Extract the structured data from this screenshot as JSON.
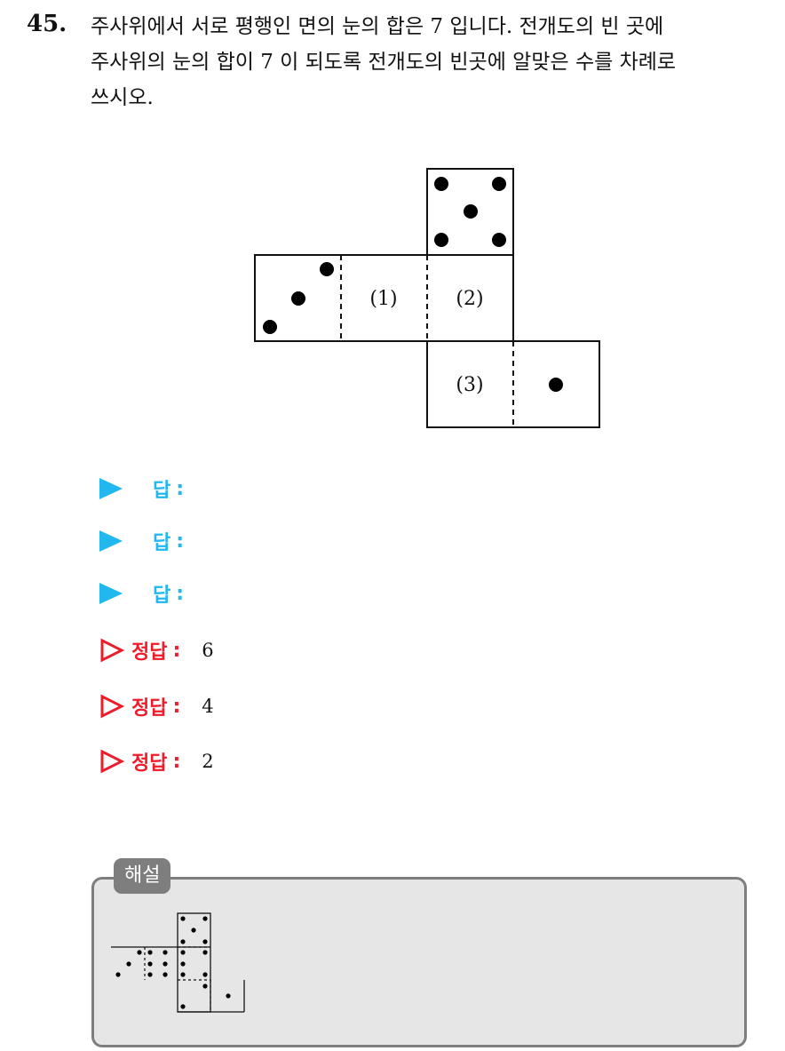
{
  "question": {
    "number": "45.",
    "lines": [
      "주사위에서 서로 평행인 면의 눈의 합은 7 입니다. 전개도의 빈 곳에",
      "주사위의 눈의 합이 7 이 되도록 전개도의 빈곳에 알맞은 수를 차례로",
      "쓰시오."
    ]
  },
  "net": {
    "labels": [
      "(1)",
      "(2)",
      "(3)"
    ],
    "faces": [
      {
        "face": "top",
        "pips": 5
      },
      {
        "face": "left",
        "pips": 3
      },
      {
        "face": "right-bottom",
        "pips": 1
      }
    ]
  },
  "answers": {
    "label": "답",
    "blanks": [
      "",
      "",
      ""
    ]
  },
  "correct": {
    "label": "정답",
    "values": [
      "6",
      "4",
      "2"
    ]
  },
  "explanation": {
    "tag": "해설"
  },
  "colors": {
    "answer_accent": "#21b7ef",
    "correct_accent": "#ee1c2a",
    "explanation_bg": "#e6e6e6",
    "explanation_border": "#7e7e7e"
  }
}
